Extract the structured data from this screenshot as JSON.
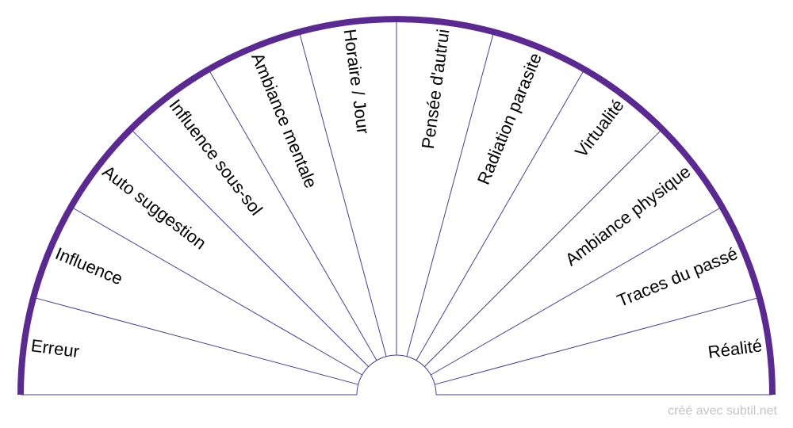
{
  "diagram": {
    "ring_color": "#5b2a91",
    "line_color": "#4a3f8c",
    "label_color": "#000000",
    "sectors": [
      "Erreur",
      "Influence",
      "Auto suggestion",
      "Influence sous-sol",
      "Ambiance mentale",
      "Horaire / Jour",
      "Pensée d'autrui",
      "Radiation parasite",
      "Virtualité",
      "Ambiance physique",
      "Traces du passé",
      "Réalité"
    ]
  },
  "credit": "créé avec subtil.net"
}
